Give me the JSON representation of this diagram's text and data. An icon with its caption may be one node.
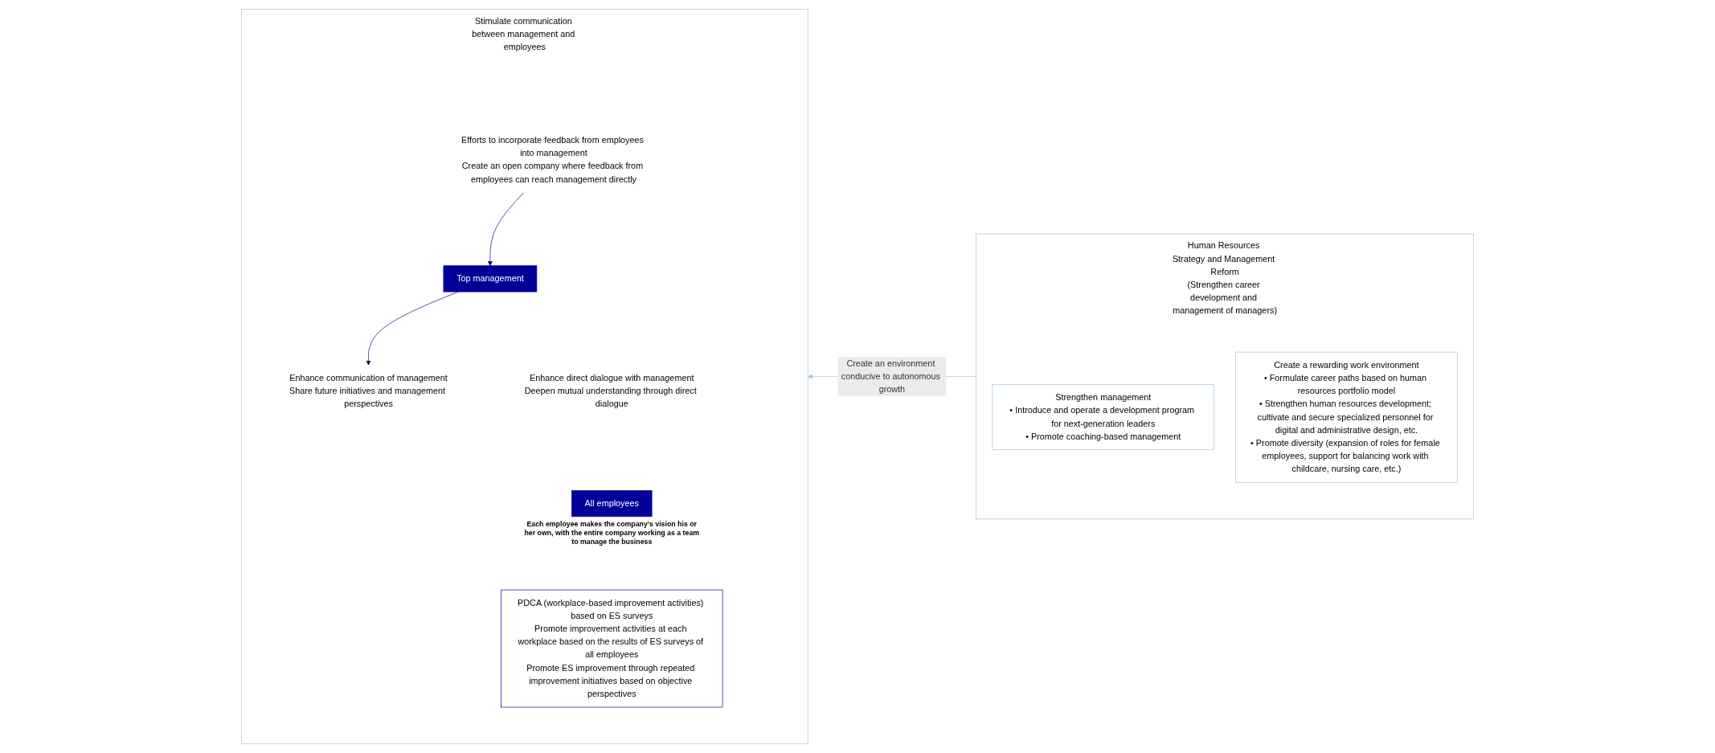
{
  "diagram": {
    "nodes": [
      {
        "text": [
          "Stimulate communication between management and employees"
        ]
      },
      {
        "text": [
          "Top management"
        ],
        "in": 0
      },
      {
        "text": [
          "Enhance direct dialogue with management",
          "Deepen mutual understanding through direct dialogue"
        ],
        "in": 0
      },
      {
        "text": [
          "Enhance communication of management",
          "Share future initiatives and management perspectives"
        ],
        "in": 0
      },
      {
        "text": [
          "Efforts to incorporate feedback from employees into management",
          "Create an open company where feedback from employees can reach management directly"
        ],
        "in": 0
      },
      {
        "text": [
          "All employees"
        ],
        "in": 0,
        "beside": [
          "Each employee makes the company’s vision his or her own, with the entire company working as a team to manage the business"
        ]
      },
      {
        "text": [
          "PDCA (workplace-based improvement activities) based on ES surveys",
          "Promote improvement activities at each workplace based on the results of ES surveys of all employees",
          "Promote ES improvement through repeated improvement initiatives based on objective perspectives"
        ],
        "in": 0
      },
      {
        "text": [
          "Human Resources Strategy and Management Reform",
          "(Strengthen career development and management of managers)"
        ]
      },
      {
        "text": [
          "Strengthen management",
          "• Introduce and operate a development program for next-generation leaders",
          "• Promote coaching-based management"
        ],
        "in": 7
      },
      {
        "text": [
          "Create a rewarding work environment",
          "• Formulate career paths based on human resources portfolio model",
          "• Strengthen human resources development; cultivate and secure specialized personnel for digital and administrative design, etc.",
          "• Promote diversity (expansion of roles for female employees, support for balancing work with childcare, nursing care, etc.)"
        ],
        "in": 7
      }
    ],
    "edges": [
      {
        "from": 1,
        "to": 3,
        "arrow": "to",
        "color": "#000080"
      },
      {
        "from": 4,
        "to": 1,
        "arrow": "to",
        "color": "#000080"
      },
      {
        "from": 7,
        "to": 0,
        "arrow": "to",
        "label": "Create an environment conducive to autonomous growth",
        "color": "#9dc3e6"
      }
    ]
  }
}
